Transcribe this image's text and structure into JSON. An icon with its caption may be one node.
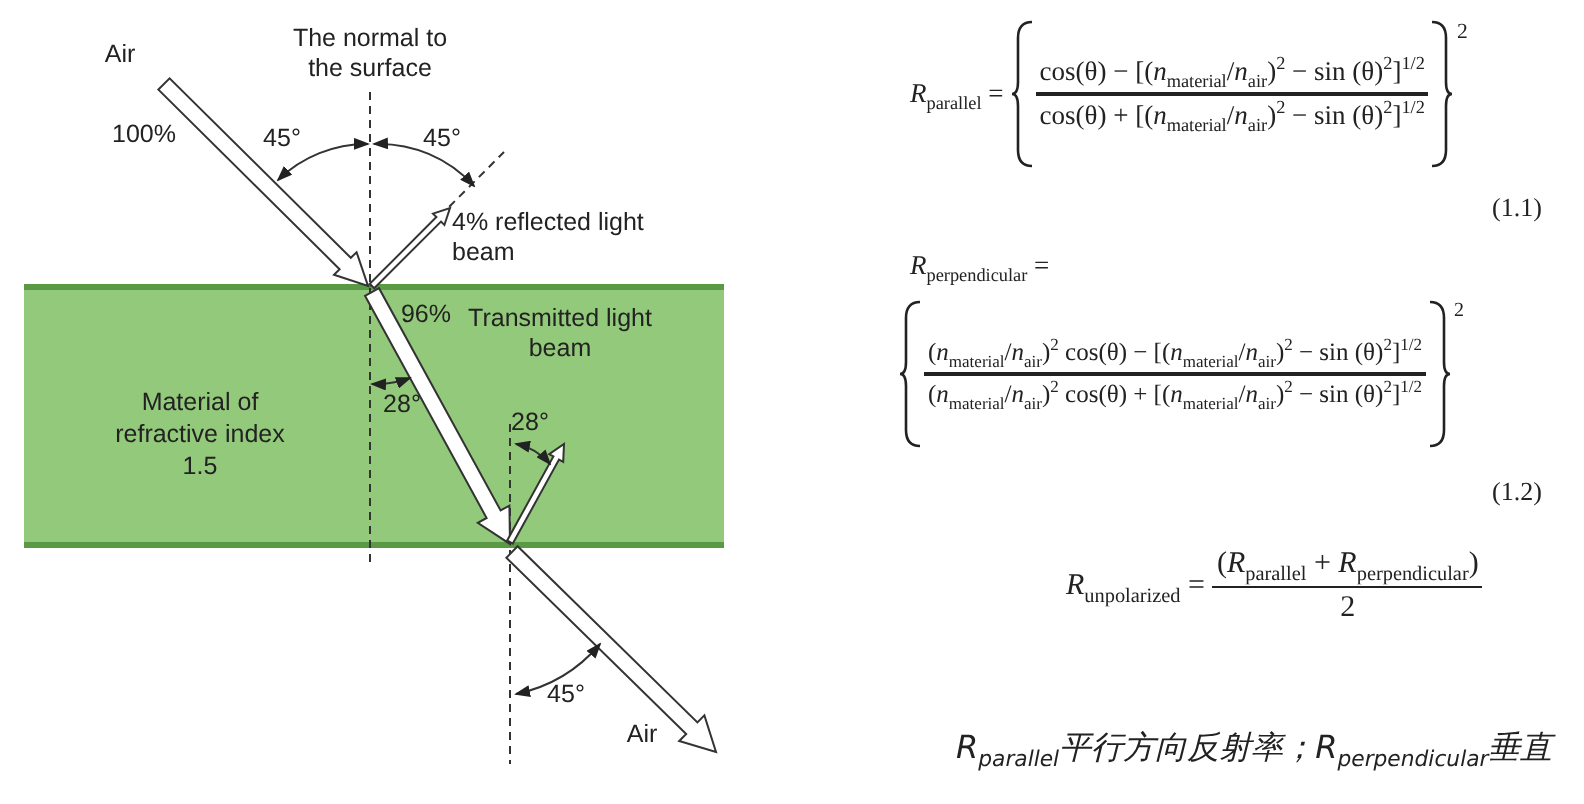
{
  "diagram": {
    "nodes": [
      {
        "text": [
          "Material of refractive index 1.5"
        ]
      }
    ],
    "labels": [
      "Air",
      "The normal to the surface",
      "100%",
      "45°",
      "45°",
      "4% reflected light beam",
      "96%",
      "Transmitted light beam",
      "28°",
      "28°",
      "45°",
      "Air",
      "*R*$_{parallel}$ =",
      "cos(θ) − [(*n*$_{material}$/*n*$_{air}$)$^{2}$ − sin (θ)$^{2}$]$^{1/2}$",
      "cos(θ) + [(*n*$_{material}$/*n*$_{air}$)$^{2}$ − sin (θ)$^{2}$]$^{1/2}$",
      "2",
      "(1.1)",
      "*R*$_{perpendicular}$ =",
      "(*n*$_{material}$/*n*$_{air}$)$^{2}$ cos(θ) − [(*n*$_{material}$/*n*$_{air}$)$^{2}$ − sin (θ)$^{2}$]$^{1/2}$",
      "(*n*$_{material}$/*n*$_{air}$)$^{2}$ cos(θ) + [(*n*$_{material}$/*n*$_{air}$)$^{2}$ − sin (θ)$^{2}$]$^{1/2}$",
      "2",
      "(1.2)",
      "*R*$_{unpolarized}$ =",
      "(*R*$_{parallel}$ + *R*$_{perpendicular}$)",
      "2",
      "R$_{parallel}$平行方向反射率；R$_{perpendicular}$垂直"
    ]
  }
}
